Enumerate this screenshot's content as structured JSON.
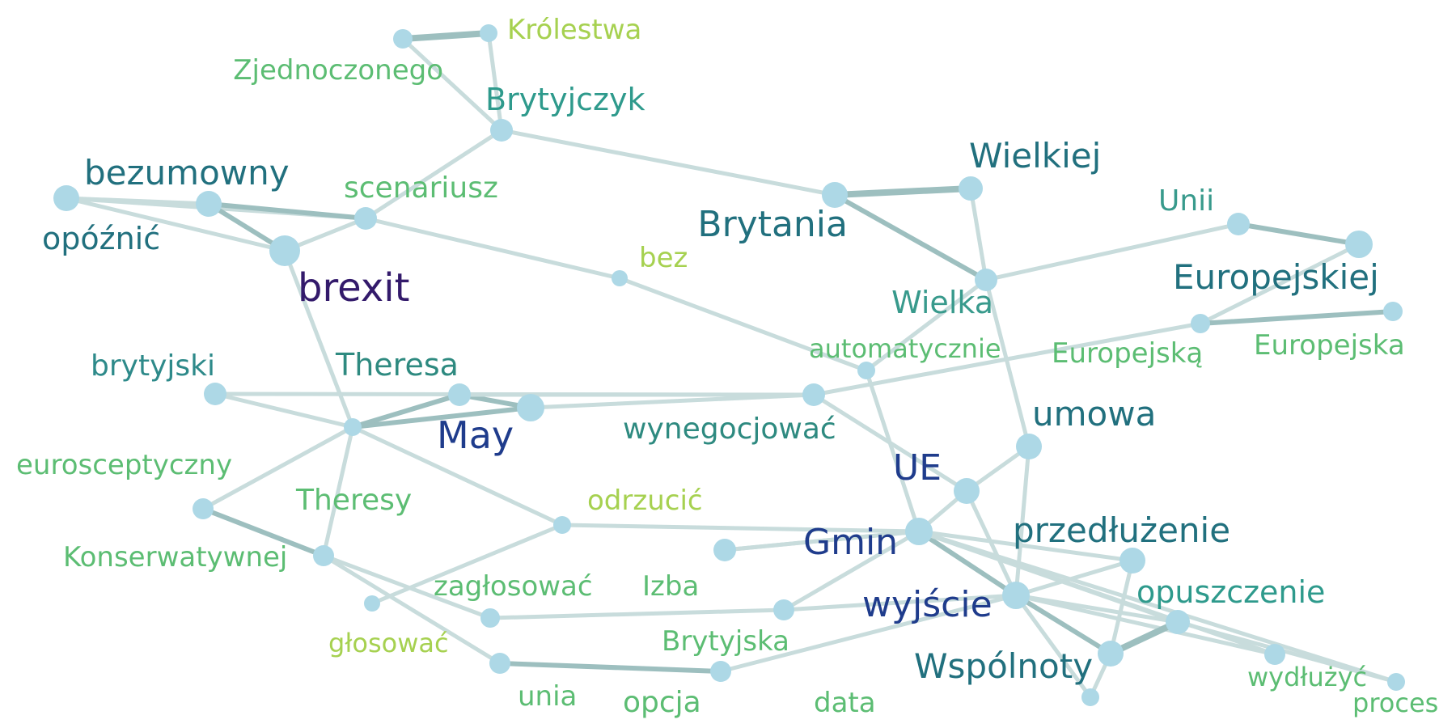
{
  "graph": {
    "nodes": [
      {
        "id": "krolestwa",
        "label": "Królestwa",
        "color": "#a6d150",
        "weight": 1
      },
      {
        "id": "zjednoczonego",
        "label": "Zjednoczonego",
        "color": "#5cbd73",
        "weight": 1
      },
      {
        "id": "brytyjczyk",
        "label": "Brytyjczyk",
        "color": "#2e9a8c",
        "weight": 2
      },
      {
        "id": "bezumowny",
        "label": "bezumowny",
        "color": "#21707e",
        "weight": 3
      },
      {
        "id": "opoznic",
        "label": "opóźnić",
        "color": "#21707e",
        "weight": 2
      },
      {
        "id": "scenariusz",
        "label": "scenariusz",
        "color": "#5cbd73",
        "weight": 2
      },
      {
        "id": "brexit",
        "label": "brexit",
        "color": "#331a6b",
        "weight": 4
      },
      {
        "id": "wielkiej",
        "label": "Wielkiej",
        "color": "#21707e",
        "weight": 3
      },
      {
        "id": "brytania",
        "label": "Brytania",
        "color": "#21707e",
        "weight": 3
      },
      {
        "id": "unii",
        "label": "Unii",
        "color": "#389a8c",
        "weight": 2
      },
      {
        "id": "bez",
        "label": "bez",
        "color": "#a6d150",
        "weight": 1
      },
      {
        "id": "europejskiej",
        "label": "Europejskiej",
        "color": "#21707e",
        "weight": 3
      },
      {
        "id": "wielka",
        "label": "Wielka",
        "color": "#389a8c",
        "weight": 2
      },
      {
        "id": "europejska",
        "label": "Europejska",
        "color": "#5cbd73",
        "weight": 1
      },
      {
        "id": "automatycznie",
        "label": "automatycznie",
        "color": "#5cbd73",
        "weight": 1
      },
      {
        "id": "europejska2",
        "label": "Europejską",
        "color": "#5cbd73",
        "weight": 1
      },
      {
        "id": "brytyjski",
        "label": "brytyjski",
        "color": "#2e8a8a",
        "weight": 2
      },
      {
        "id": "theresa",
        "label": "Theresa",
        "color": "#2e8a80",
        "weight": 2
      },
      {
        "id": "may",
        "label": "May",
        "color": "#1f3c8c",
        "weight": 4
      },
      {
        "id": "wynegocjowac",
        "label": "wynegocjować",
        "color": "#2e8a80",
        "weight": 2
      },
      {
        "id": "umowa",
        "label": "umowa",
        "color": "#21707e",
        "weight": 3
      },
      {
        "id": "eurosceptyczny",
        "label": "eurosceptyczny",
        "color": "#5cbd73",
        "weight": 1
      },
      {
        "id": "theresy",
        "label": "Theresy",
        "color": "#5cbd73",
        "weight": 1
      },
      {
        "id": "ue",
        "label": "UE",
        "color": "#1f3c8c",
        "weight": 3
      },
      {
        "id": "odrzucic",
        "label": "odrzucić",
        "color": "#a6d150",
        "weight": 1
      },
      {
        "id": "gmin",
        "label": "Gmin",
        "color": "#1f3c8c",
        "weight": 3
      },
      {
        "id": "przedluzenie",
        "label": "przedłużenie",
        "color": "#21707e",
        "weight": 3
      },
      {
        "id": "konserwatywnej",
        "label": "Konserwatywnej",
        "color": "#5cbd73",
        "weight": 1
      },
      {
        "id": "zaglosowac",
        "label": "zagłosować",
        "color": "#5cbd73",
        "weight": 1
      },
      {
        "id": "izba",
        "label": "Izba",
        "color": "#5cbd73",
        "weight": 1
      },
      {
        "id": "wyjscie",
        "label": "wyjście",
        "color": "#1f3c8c",
        "weight": 3
      },
      {
        "id": "opuszczenie",
        "label": "opuszczenie",
        "color": "#2e9a8c",
        "weight": 2
      },
      {
        "id": "glosowac",
        "label": "głosować",
        "color": "#a6d150",
        "weight": 1
      },
      {
        "id": "brytyjska",
        "label": "Brytyjska",
        "color": "#5cbd73",
        "weight": 1
      },
      {
        "id": "wspolnoty",
        "label": "Wspólnoty",
        "color": "#21707e",
        "weight": 3
      },
      {
        "id": "wydluzyc",
        "label": "wydłużyć",
        "color": "#5cbd73",
        "weight": 1
      },
      {
        "id": "unia",
        "label": "unia",
        "color": "#5cbd73",
        "weight": 1
      },
      {
        "id": "opcja",
        "label": "opcja",
        "color": "#5cbd73",
        "weight": 1
      },
      {
        "id": "data",
        "label": "data",
        "color": "#5cbd73",
        "weight": 1
      },
      {
        "id": "proces",
        "label": "proces",
        "color": "#5cbd73",
        "weight": 1
      }
    ],
    "edges": [
      [
        "zjednoczonego",
        "krolestwa",
        3
      ],
      [
        "krolestwa",
        "brytyjczyk",
        1
      ],
      [
        "zjednoczonego",
        "brytyjczyk",
        1
      ],
      [
        "brytyjczyk",
        "scenariusz",
        1
      ],
      [
        "brytyjczyk",
        "brytania",
        1
      ],
      [
        "opoznic",
        "bezumowny",
        1
      ],
      [
        "opoznic",
        "brexit",
        1
      ],
      [
        "opoznic",
        "scenariusz",
        1
      ],
      [
        "bezumowny",
        "brexit",
        2
      ],
      [
        "bezumowny",
        "scenariusz",
        2
      ],
      [
        "brexit",
        "scenariusz",
        1
      ],
      [
        "scenariusz",
        "bez",
        1
      ],
      [
        "bez",
        "automatycznie",
        1
      ],
      [
        "brexit",
        "theresy",
        1
      ],
      [
        "brytania",
        "wielkiej",
        3
      ],
      [
        "brytania",
        "wielka",
        2
      ],
      [
        "wielkiej",
        "wielka",
        1
      ],
      [
        "wielka",
        "unii",
        1
      ],
      [
        "wielka",
        "automatycznie",
        1
      ],
      [
        "wielka",
        "umowa",
        1
      ],
      [
        "unii",
        "europejskiej",
        2
      ],
      [
        "europejskiej",
        "europejska2",
        1
      ],
      [
        "europejska2",
        "europejska",
        2
      ],
      [
        "europejska2",
        "wynegocjowac",
        1
      ],
      [
        "automatycznie",
        "gmin",
        1
      ],
      [
        "brytyjski",
        "wynegocjowac",
        1
      ],
      [
        "brytyjski",
        "theresy",
        1
      ],
      [
        "theresa",
        "may",
        2
      ],
      [
        "theresa",
        "theresy",
        2
      ],
      [
        "theresa",
        "wynegocjowac",
        1
      ],
      [
        "may",
        "theresy",
        2
      ],
      [
        "may",
        "wynegocjowac",
        1
      ],
      [
        "wynegocjowac",
        "ue",
        1
      ],
      [
        "theresy",
        "eurosceptyczny",
        1
      ],
      [
        "theresy",
        "konserwatywnej",
        1
      ],
      [
        "theresy",
        "odrzucic",
        1
      ],
      [
        "eurosceptyczny",
        "konserwatywnej",
        2
      ],
      [
        "konserwatywnej",
        "zaglosowac",
        1
      ],
      [
        "konserwatywnej",
        "unia",
        1
      ],
      [
        "umowa",
        "ue",
        1
      ],
      [
        "umowa",
        "wyjscie",
        1
      ],
      [
        "ue",
        "gmin",
        1
      ],
      [
        "ue",
        "wyjscie",
        1
      ],
      [
        "odrzucic",
        "gmin",
        1
      ],
      [
        "odrzucic",
        "glosowac",
        1
      ],
      [
        "izba",
        "gmin",
        1
      ],
      [
        "gmin",
        "izba",
        1
      ],
      [
        "gmin",
        "brytyjska",
        1
      ],
      [
        "gmin",
        "przedluzenie",
        1
      ],
      [
        "gmin",
        "wyjscie",
        2
      ],
      [
        "gmin",
        "opuszczenie",
        1
      ],
      [
        "gmin",
        "wydluzyc",
        1
      ],
      [
        "gmin",
        "proces",
        1
      ],
      [
        "zaglosowac",
        "brytyjska",
        1
      ],
      [
        "brytyjska",
        "wyjscie",
        1
      ],
      [
        "wyjscie",
        "przedluzenie",
        1
      ],
      [
        "wyjscie",
        "wspolnoty",
        2
      ],
      [
        "wyjscie",
        "opuszczenie",
        1
      ],
      [
        "wyjscie",
        "wydluzyc",
        1
      ],
      [
        "wyjscie",
        "data",
        1
      ],
      [
        "opuszczenie",
        "wspolnoty",
        3
      ],
      [
        "opuszczenie",
        "proces",
        1
      ],
      [
        "przedluzenie",
        "wspolnoty",
        1
      ],
      [
        "unia",
        "opcja",
        2
      ],
      [
        "opcja",
        "wyjscie",
        1
      ],
      [
        "data",
        "wspolnoty",
        1
      ]
    ]
  }
}
